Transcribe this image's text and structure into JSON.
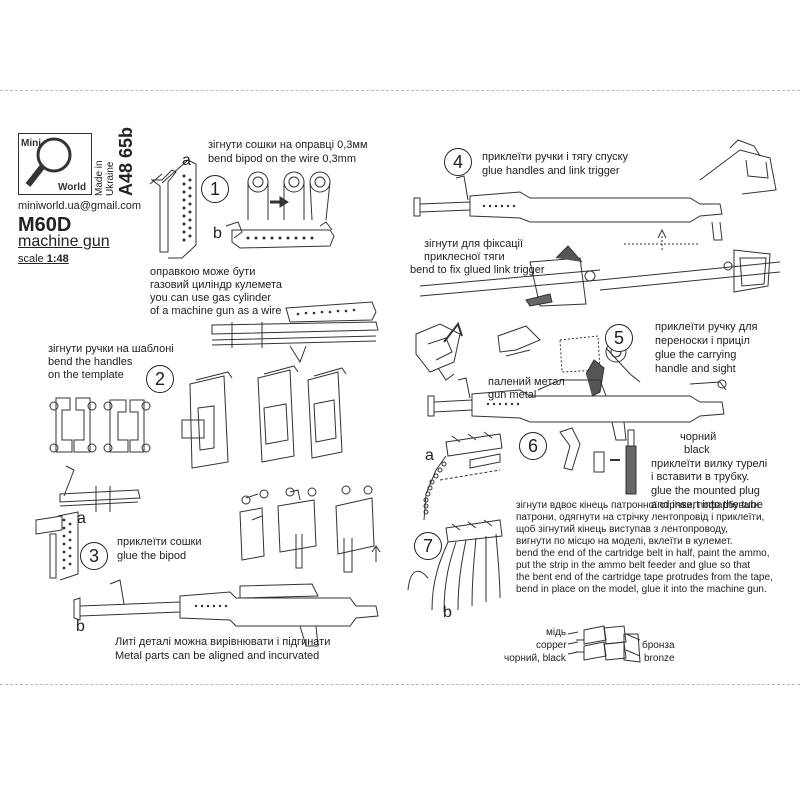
{
  "header": {
    "logo_top": "Mini",
    "logo_bottom": "World",
    "made_in_line1": "Made in",
    "made_in_line2": "Ukraine",
    "code": "A48 65b",
    "email": "miniworld.ua@gmail.com",
    "model": "M60D",
    "subtitle": "machine gun",
    "scale_prefix": "scale",
    "scale_value": "1:48"
  },
  "steps": {
    "s1": {
      "number": "1",
      "text_ua": "зігнути сошки на оправці 0,3мм",
      "text_en": "bend bipod on the wire 0,3mm",
      "label_a": "a",
      "label_b": "b"
    },
    "gas": {
      "ua1": "оправкою може бути",
      "ua2": "газовий циліндр кулемета",
      "en1": "you can use gas cylinder",
      "en2": "of a machine gun as a wire"
    },
    "s2": {
      "number": "2",
      "ua": "зігнути ручки на шаблоні",
      "en1": "bend the handles",
      "en2": "on the template"
    },
    "s3": {
      "number": "3",
      "ua": "приклеїти сошки",
      "en": "glue the  bipod",
      "label_a": "a",
      "label_b": "b"
    },
    "metal": {
      "ua": "Литі деталі можна вирівнювати і підгинати",
      "en": "Metal parts can be aligned and incurvated"
    },
    "s4": {
      "number": "4",
      "ua": "приклеїти ручки і тягу спуску",
      "en": "glue handles and link trigger",
      "fix_ua1": "зігнути для фіксації",
      "fix_ua2": "приклесної тяги",
      "fix_en": "bend to fix glued link trigger"
    },
    "s5": {
      "number": "5",
      "ua1": "приклеїти ручку для",
      "ua2": "переноски і приціл",
      "en1": "glue the carrying",
      "en2": "handle and sight",
      "gunmetal_ua": "палений метал",
      "gunmetal_en": "gun metal",
      "black_ua": "чорний",
      "black_en": "black"
    },
    "s6": {
      "number": "6",
      "ua1": "приклеїти вилку турелі",
      "ua2": "і вставити в трубку.",
      "en1": "glue the mounted plug",
      "en2": "and insert into the tube",
      "label_a": "a"
    },
    "s7": {
      "number": "7",
      "label_b": "b",
      "lines": [
        "зігнути вдвоє кінець патронної стрічки, пофарбувати",
        "патрони, одягнути на стрічку лентопровід і приклеїти,",
        "щоб зігнутий кінець виступав з лентопроводу,",
        "вигнути по місцю на моделі, вклеїти в кулемет.",
        "bend the end of the cartridge belt in half, paint the ammo,",
        "put the strip in the ammo belt feeder and glue so that",
        "the bent end of the cartridge tape protrudes from the tape,",
        "bend in place on the model, glue it into the machine gun."
      ]
    },
    "ammo": {
      "copper_ua": "мідь",
      "copper_en": "copper",
      "black": "чорний, black",
      "bronze_ua": "бронза",
      "bronze_en": "bronze"
    }
  }
}
